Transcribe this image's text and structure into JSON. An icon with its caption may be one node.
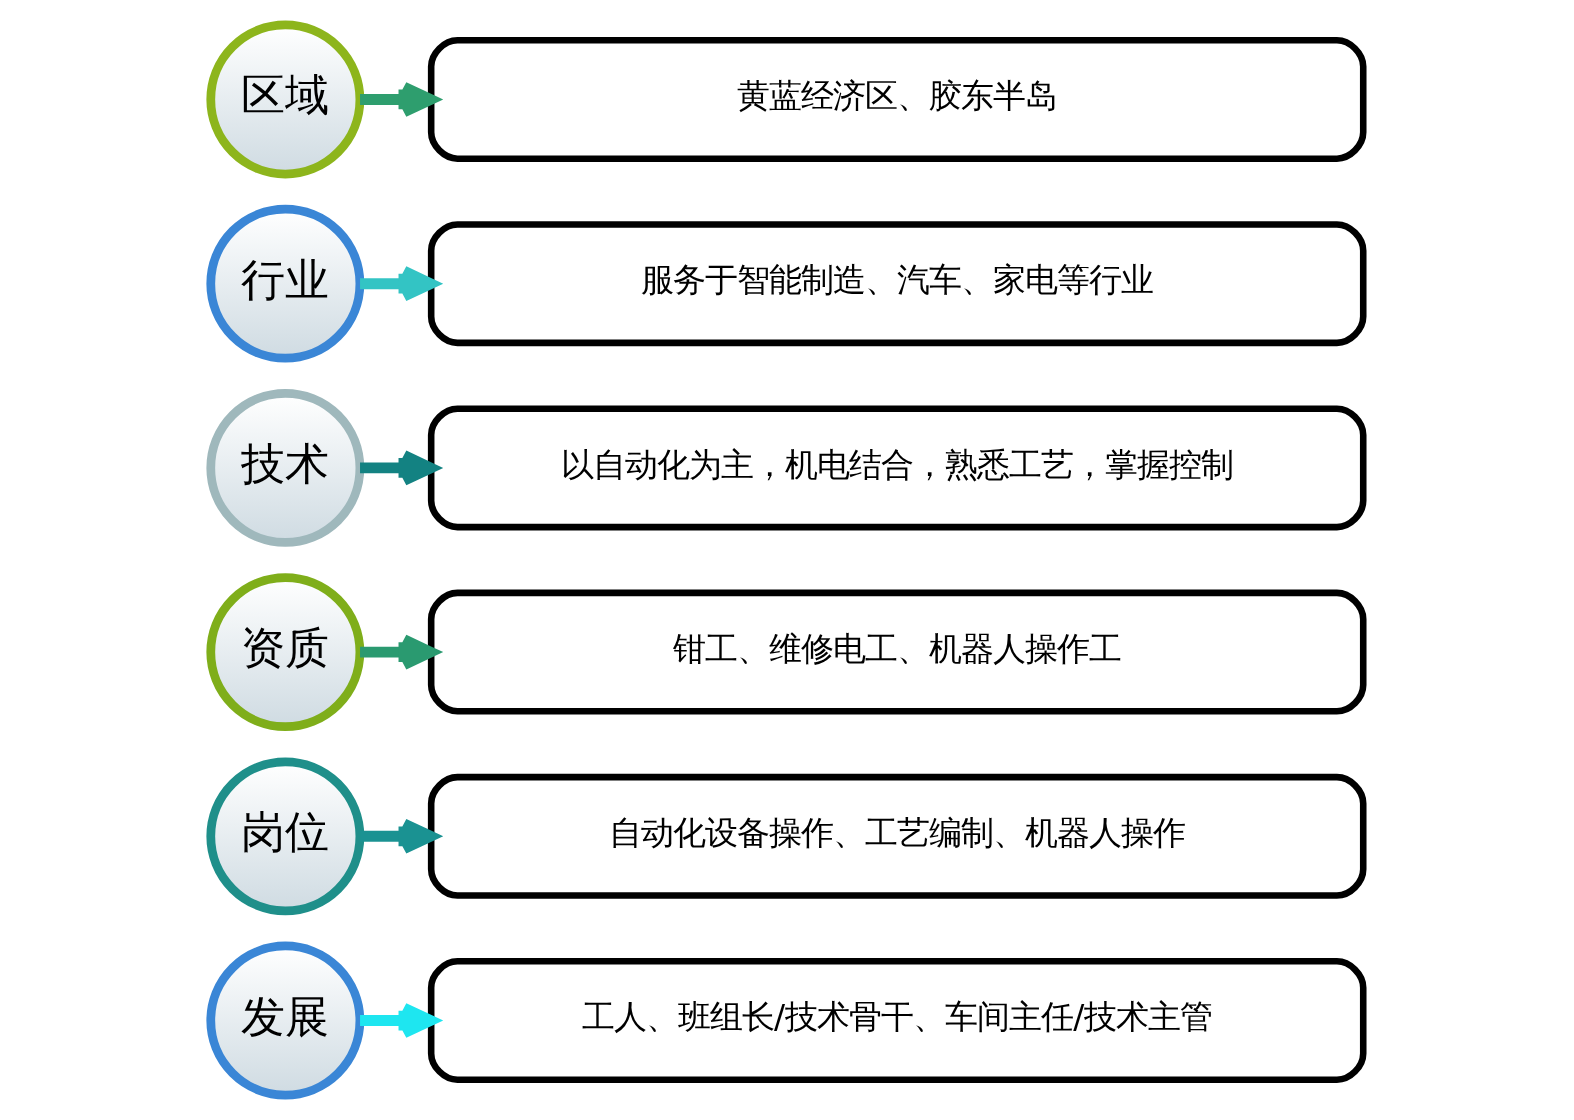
{
  "diagram": {
    "nodes": [
      {
        "text": [
          "区域"
        ]
      },
      {
        "text": [
          "黄蓝经济区、胶东半岛"
        ]
      },
      {
        "text": [
          "行业"
        ]
      },
      {
        "text": [
          "服务于智能制造、汽车、家电等行业"
        ]
      },
      {
        "text": [
          "技术"
        ]
      },
      {
        "text": [
          "以自动化为主，机电结合，熟悉工艺，掌握控制"
        ]
      },
      {
        "text": [
          "资质"
        ]
      },
      {
        "text": [
          "钳工、维修电工、机器人操作工"
        ]
      },
      {
        "text": [
          "岗位"
        ]
      },
      {
        "text": [
          "自动化设备操作、工艺编制、机器人操作"
        ]
      },
      {
        "text": [
          "发展"
        ]
      },
      {
        "text": [
          "工人、班组长/技术骨干、车间主任/技术主管"
        ]
      }
    ],
    "edges": [
      {
        "from": 0,
        "to": 1,
        "arrow": "to",
        "color": "#2e9e6e"
      },
      {
        "from": 2,
        "to": 3,
        "arrow": "to",
        "color": "#33c4c4"
      },
      {
        "from": 4,
        "to": 5,
        "arrow": "to",
        "color": "#138282"
      },
      {
        "from": 6,
        "to": 7,
        "arrow": "to",
        "color": "#2a9a70"
      },
      {
        "from": 8,
        "to": 9,
        "arrow": "to",
        "color": "#1a9292"
      },
      {
        "from": 10,
        "to": 11,
        "arrow": "to",
        "color": "#1ee6f0"
      }
    ]
  }
}
